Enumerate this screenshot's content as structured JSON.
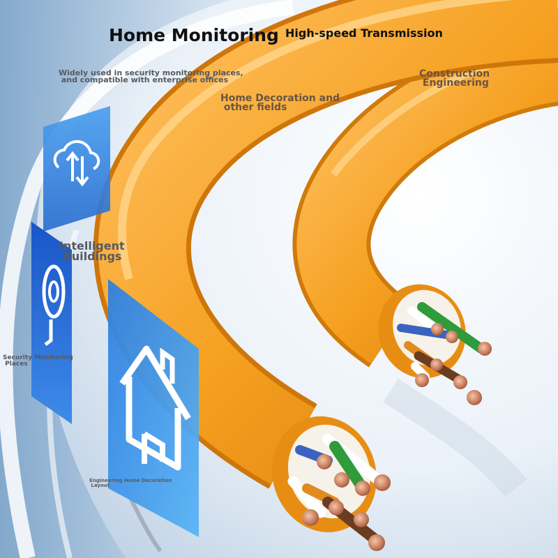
{
  "labels": {
    "home_monitoring": "Home Monitoring",
    "high_speed": "High-speed Transmission",
    "widely_used": "Widely used in security monitoring places,\n and compatible with enterprise offices",
    "construction": "Construction\n Engineering",
    "home_decoration": "Home Decoration and\n other fields",
    "intelligent": "Intelligent\n Buildings",
    "security": "Security Monitoring\n Places",
    "engineering": "Engineering Home Decoration\n Layout"
  },
  "icons": {
    "cloud": "cloud-upload-download-icon",
    "camera": "security-camera-icon",
    "house": "house-icon"
  },
  "colors": {
    "cable_orange": "#f5a020",
    "cable_orange_dark": "#d97e0c",
    "copper": "#c98060",
    "icon_blue": "#2f7fe0",
    "background": "#eef3f8"
  }
}
